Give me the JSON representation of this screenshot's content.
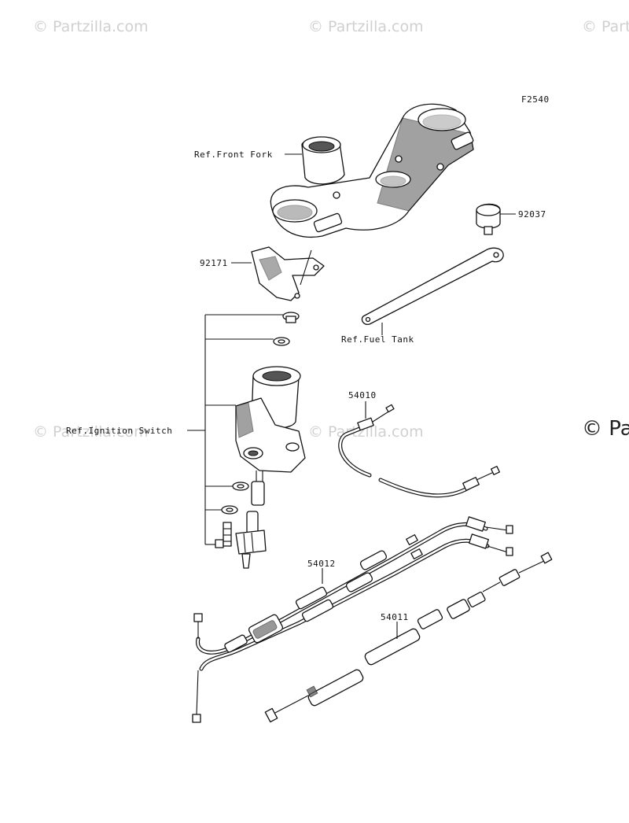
{
  "watermark": {
    "text": "© Partzilla.com",
    "edge_text": "© Pa"
  },
  "figure_code": "F2540",
  "labels": {
    "front_fork": "Ref.Front Fork",
    "clamp": "92171",
    "cap": "92037",
    "fuel_tank": "Ref.Fuel Tank",
    "ignition_switch": "Ref.Ignition Switch",
    "cable_choke": "54010",
    "cable_throttle": "54012",
    "cable_clutch": "54011"
  }
}
